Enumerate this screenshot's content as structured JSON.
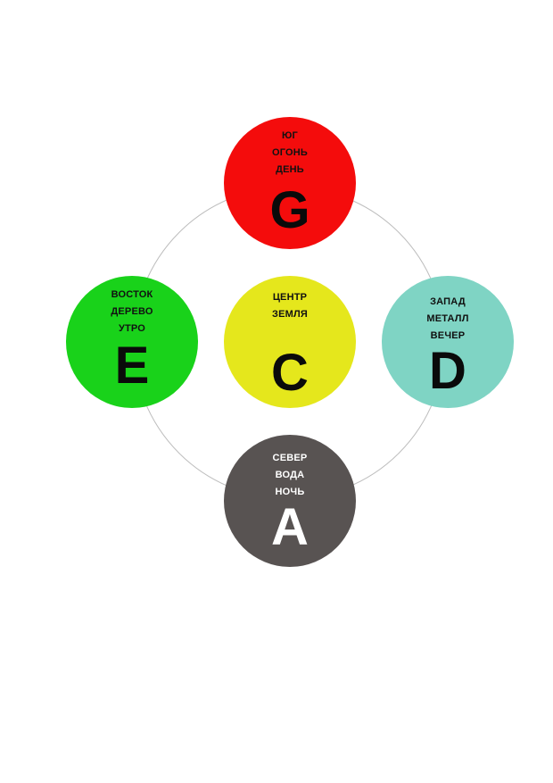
{
  "nodes": {
    "top": {
      "lines": [
        "ЮГ",
        "ОГОНЬ",
        "ДЕНЬ"
      ],
      "letter": "G",
      "color": "#f40c0c",
      "text_color": "#111111",
      "letter_color": "#0a0a0a"
    },
    "left": {
      "lines": [
        "ВОСТОК",
        "ДЕРЕВО",
        "УТРО"
      ],
      "letter": "E",
      "color": "#19d21a",
      "text_color": "#111111",
      "letter_color": "#0a0a0a"
    },
    "center": {
      "lines": [
        "ЦЕНТР",
        "ЗЕМЛЯ"
      ],
      "letter": "C",
      "color": "#e5e71c",
      "text_color": "#111111",
      "letter_color": "#0a0a0a"
    },
    "right": {
      "lines": [
        "ЗАПАД",
        "МЕТАЛЛ",
        "ВЕЧЕР"
      ],
      "letter": "D",
      "color": "#7fd4c4",
      "text_color": "#111111",
      "letter_color": "#0a0a0a"
    },
    "bottom": {
      "lines": [
        "СЕВЕР",
        "ВОДА",
        "НОЧЬ"
      ],
      "letter": "A",
      "color": "#585352",
      "text_color": "#ffffff",
      "letter_color": "#ffffff"
    }
  },
  "ring_color": "#bdbdbd"
}
